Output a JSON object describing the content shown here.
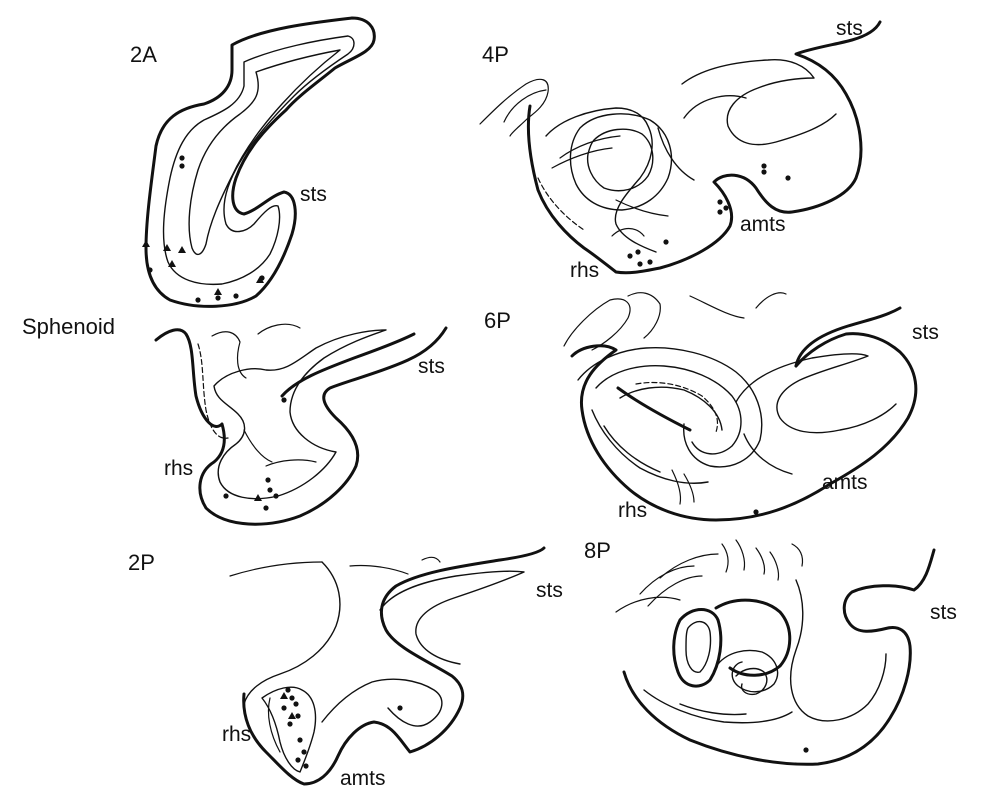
{
  "sections": {
    "s2A": {
      "title": "2A",
      "labels": {
        "sts": "sts"
      }
    },
    "sSph": {
      "title": "Sphenoid",
      "labels": {
        "sts": "sts",
        "rhs": "rhs"
      }
    },
    "s2P": {
      "title": "2P",
      "labels": {
        "sts": "sts",
        "rhs": "rhs",
        "amts": "amts"
      }
    },
    "s4P": {
      "title": "4P",
      "labels": {
        "sts": "sts",
        "rhs": "rhs",
        "amts": "amts"
      }
    },
    "s6P": {
      "title": "6P",
      "labels": {
        "sts": "sts",
        "rhs": "rhs",
        "amts": "amts"
      }
    },
    "s8P": {
      "title": "8P",
      "labels": {
        "sts": "sts"
      }
    }
  },
  "colors": {
    "ink": "#111111",
    "background": "#ffffff"
  },
  "marker_types": [
    "dot",
    "triangle"
  ]
}
